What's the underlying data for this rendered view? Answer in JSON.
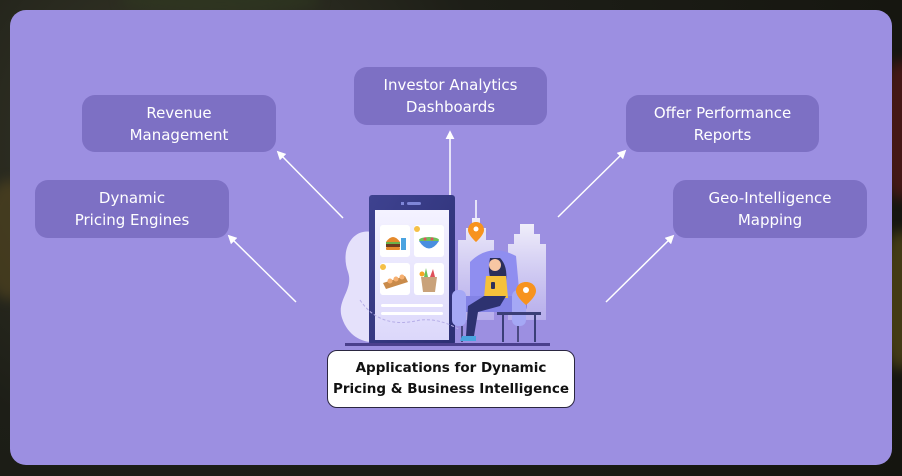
{
  "diagram": {
    "center": {
      "line1": "Applications for Dynamic",
      "line2": "Pricing & Business Intelligence"
    },
    "nodes": [
      {
        "id": "revenue-management",
        "line1": "Revenue",
        "line2": "Management"
      },
      {
        "id": "dynamic-pricing-engines",
        "line1": "Dynamic",
        "line2": "Pricing Engines"
      },
      {
        "id": "investor-analytics-dashboards",
        "line1": "Investor Analytics",
        "line2": "Dashboards"
      },
      {
        "id": "offer-performance-reports",
        "line1": "Offer Performance",
        "line2": "Reports"
      },
      {
        "id": "geo-intelligence-mapping",
        "line1": "Geo-Intelligence",
        "line2": "Mapping"
      }
    ],
    "illustration": {
      "description": "phone with food delivery app, woman on armchair with phone, city skyline, location pins",
      "icons": [
        "burger-icon",
        "salad-bowl-icon",
        "sushi-tray-icon",
        "grocery-bag-icon",
        "location-pin-icon"
      ]
    }
  },
  "colors": {
    "panel": "#9c8fe1",
    "node": "#7d70c4",
    "node_text": "#ffffff",
    "center_box": "#ffffff",
    "arrow": "#ffffff",
    "pin": "#f7931e",
    "phone_frame": "#3b3f8f"
  }
}
